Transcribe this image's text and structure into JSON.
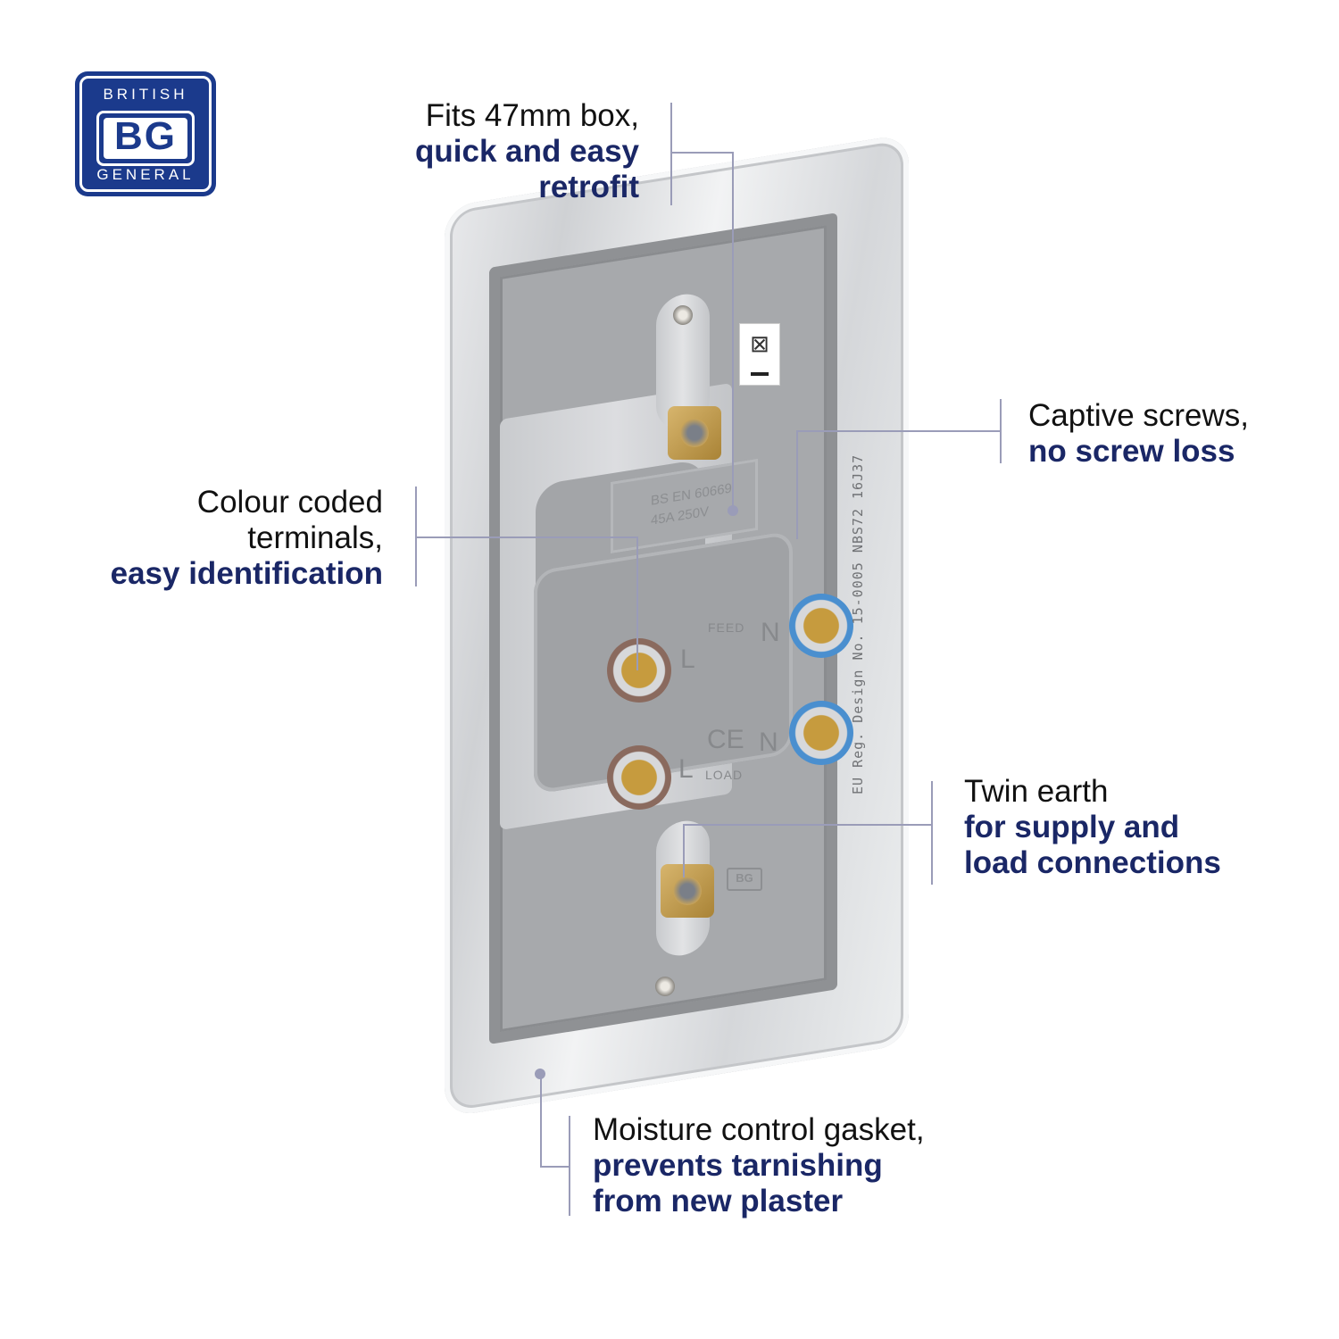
{
  "logo": {
    "top": "BRITISH",
    "mid": "BG",
    "bottom": "GENERAL",
    "color": "#1b3a8c"
  },
  "callouts": [
    {
      "id": "box",
      "lines": [
        "Fits 47mm box,"
      ],
      "bold_lines": [
        "quick and easy",
        "retrofit"
      ]
    },
    {
      "id": "screws",
      "lines": [
        "Captive screws,"
      ],
      "bold_lines": [
        "no screw loss"
      ]
    },
    {
      "id": "terminals",
      "lines": [
        "Colour coded",
        "terminals,"
      ],
      "bold_lines": [
        "easy identification"
      ]
    },
    {
      "id": "earth",
      "lines": [
        "Twin earth"
      ],
      "bold_lines": [
        "for supply and",
        "load connections"
      ]
    },
    {
      "id": "gasket",
      "lines": [
        "Moisture control gasket,"
      ],
      "bold_lines": [
        "prevents tarnishing",
        "from new plaster"
      ]
    }
  ],
  "product": {
    "rating_line1": "BS EN 60669",
    "rating_line2": "45A 250V",
    "feed_label": "FEED",
    "load_label": "LOAD",
    "live": "L",
    "neutral": "N",
    "ce": "CE",
    "design_text": "EU Reg. Design No. 15-0005 NBS72 16J37",
    "weee": "⊠",
    "bg_mark": "BG"
  },
  "colors": {
    "navy": "#1a2766",
    "leader": "#9a9cb8",
    "brown": "#8a6a5e",
    "blue": "#4a8fcf"
  }
}
